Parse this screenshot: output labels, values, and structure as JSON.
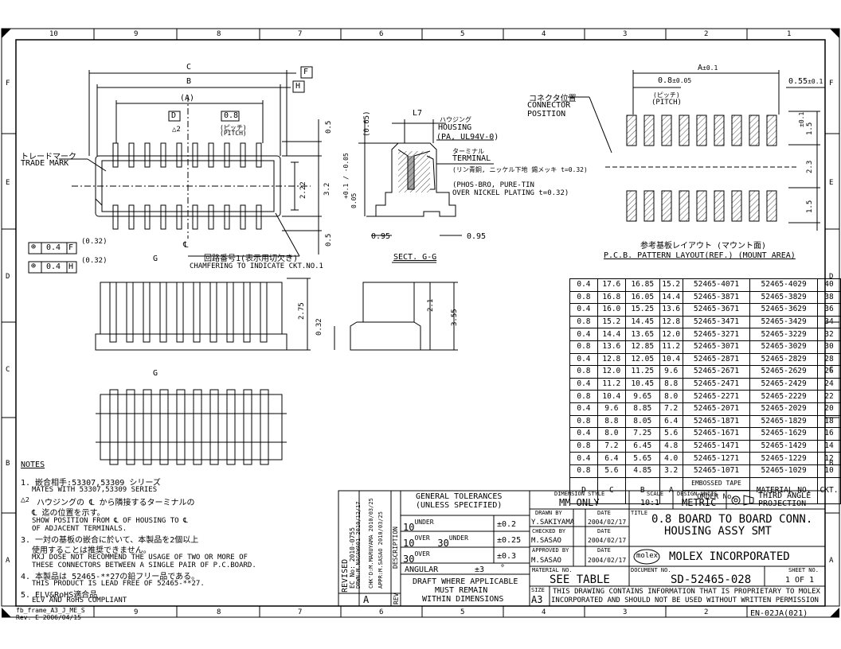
{
  "frame": {
    "col_labels": [
      "10",
      "9",
      "8",
      "7",
      "6",
      "5",
      "4",
      "3",
      "2",
      "1"
    ],
    "row_labels": [
      "F",
      "E",
      "D",
      "C",
      "B",
      "A"
    ],
    "frame_id": "fb_frame_A3_J_ME_S",
    "frame_rev": "Rev. E 2006/04/15",
    "doc_code": "EN-02JA(021)"
  },
  "top_view": {
    "dim_c": "C",
    "dim_b": "B",
    "dim_a": "(A)",
    "pitch": "0.8",
    "pitch_jp": "(ピッチ)",
    "pitch_en": "(PITCH)",
    "datum_f": "F",
    "datum_h": "H",
    "datum_d": "D",
    "note_tri": "2",
    "trade_mark_jp": "トレードマーク",
    "trade_mark_en": "TRADE MARK",
    "dim_05a": "0.5",
    "dim_222": "2.22",
    "dim_32": "3.2",
    "dim_tol": "+0.1 / -0.05",
    "dim_005": "0.05",
    "dim_05b": "0.5",
    "cl": "℄",
    "ckt_jp": "回路番号1(表示用切欠き)",
    "ckt_en": "CHAMFERING TO INDICATE CKT.NO.1",
    "tol_sym": "⊕",
    "tol1": "0.4",
    "ref1": "F",
    "tol2": "0.4",
    "ref2": "H",
    "dim_032a": "(0.32)",
    "dim_032b": "(0.32)"
  },
  "section": {
    "l7": "L7",
    "dim_065": "(0.65)",
    "housing_jp": "ハウジング",
    "housing_en": "HOUSING",
    "housing_mat": "(PA, UL94V-0)",
    "terminal_jp": "ターミナル",
    "terminal_en": "TERMINAL",
    "terminal_mat_jp": "(リン青銅, ニッケル下地 錫メッキ t=0.32)",
    "terminal_mat_en1": "(PHOS-BRO, PURE-TIN",
    "terminal_mat_en2": "OVER NICKEL PLATING t=0.32)",
    "dim_095a": "0.95",
    "dim_095b": "0.95",
    "sect_label": "SECT. G-G"
  },
  "side_view": {
    "g1": "G",
    "g2": "G",
    "dim_275": "2.75",
    "dim_21": "2.1",
    "dim_355": "3.55",
    "dim_032": "0.32"
  },
  "pcb": {
    "conn_pos_jp": "コネクタ位置",
    "conn_pos_en1": "CONNECTOR",
    "conn_pos_en2": "POSITION",
    "dim_a": "A",
    "dim_a_tol": "±0.1",
    "pitch": "0.8",
    "pitch_tol": "±0.05",
    "pitch_jp": "(ピッチ)",
    "pitch_en": "(PITCH)",
    "pad_w": "0.55",
    "pad_w_tol": "±0.1",
    "dim_15a": "1.5",
    "dim_23": "2.3",
    "dim_15b": "1.5",
    "tol_small": "±0.1",
    "title_jp": "参考基板レイアウト (マウント面)",
    "title_en": "P.C.B. PATTERN LAYOUT(REF.) (MOUNT AREA)"
  },
  "parts_table": {
    "rows": [
      [
        "0.4",
        "17.6",
        "16.85",
        "15.2",
        "52465-4071",
        "52465-4029",
        "40"
      ],
      [
        "0.8",
        "16.8",
        "16.05",
        "14.4",
        "52465-3871",
        "52465-3829",
        "38"
      ],
      [
        "0.4",
        "16.0",
        "15.25",
        "13.6",
        "52465-3671",
        "52465-3629",
        "36"
      ],
      [
        "0.8",
        "15.2",
        "14.45",
        "12.8",
        "52465-3471",
        "52465-3429",
        "34"
      ],
      [
        "0.4",
        "14.4",
        "13.65",
        "12.0",
        "52465-3271",
        "52465-3229",
        "32"
      ],
      [
        "0.8",
        "13.6",
        "12.85",
        "11.2",
        "52465-3071",
        "52465-3029",
        "30"
      ],
      [
        "0.4",
        "12.8",
        "12.05",
        "10.4",
        "52465-2871",
        "52465-2829",
        "28"
      ],
      [
        "0.8",
        "12.0",
        "11.25",
        "9.6",
        "52465-2671",
        "52465-2629",
        "26"
      ],
      [
        "0.4",
        "11.2",
        "10.45",
        "8.8",
        "52465-2471",
        "52465-2429",
        "24"
      ],
      [
        "0.8",
        "10.4",
        "9.65",
        "8.0",
        "52465-2271",
        "52465-2229",
        "22"
      ],
      [
        "0.4",
        "9.6",
        "8.85",
        "7.2",
        "52465-2071",
        "52465-2029",
        "20"
      ],
      [
        "0.8",
        "8.8",
        "8.05",
        "6.4",
        "52465-1871",
        "52465-1829",
        "18"
      ],
      [
        "0.4",
        "8.0",
        "7.25",
        "5.6",
        "52465-1671",
        "52465-1629",
        "16"
      ],
      [
        "0.8",
        "7.2",
        "6.45",
        "4.8",
        "52465-1471",
        "52465-1429",
        "14"
      ],
      [
        "0.4",
        "6.4",
        "5.65",
        "4.0",
        "52465-1271",
        "52465-1229",
        "12"
      ],
      [
        "0.8",
        "5.6",
        "4.85",
        "3.2",
        "52465-1071",
        "52465-1029",
        "10"
      ]
    ],
    "headers": [
      "D",
      "C",
      "B",
      "A",
      "EMBOSSED TAPE",
      "ORDER No.",
      "MATERIAL NO.",
      "CKT."
    ]
  },
  "notes": {
    "title": "NOTES",
    "lines": [
      "1. 嵌合相手:53307,53309 シリーズ",
      "MATES WITH 53307,53309 SERIES",
      "ハウジングの ℄ から隣接するターミナルの",
      "℄ 迄の位置を示す。",
      "SHOW POSITION FROM ℄ OF HOUSING TO ℄",
      "OF ADJACENT TERMINALS.",
      "3. 一対の基板の嵌合に於いて、本製品を2個以上",
      "使用することは推奨できません。",
      "MXJ DOSE NOT RECOMMEND THE USAGE OF TWO OR MORE OF",
      "THESE CONNECTORS BETWEEN A SINGLE PAIR OF P.C.BOARD.",
      "4. 本製品は 52465-**27の鉛フリー品である。",
      "THIS PRODUCT IS LEAD FREE OF 52465-**27.",
      "5. ELV&RoHS適合品",
      "ELV AND RoHS COMPLIANT"
    ],
    "tri2": "2"
  },
  "revision": {
    "revised": "REVISED",
    "ec": "EC No: 2010-0755",
    "drwn": "DRWN:M.NAGAWA01 2010/12/17",
    "chkd": "CHK'D:M.MARUYAMA 2010/03/25",
    "appr": "APPR:M.SASAO 2010/03/25",
    "desc": "DESCRIPTION",
    "rev_letter": "A",
    "rev_label": "REV"
  },
  "tolerances": {
    "title1": "GENERAL TOLERANCES",
    "title2": "(UNLESS SPECIFIED)",
    "r1_a": "10",
    "r1_b": "UNDER",
    "r1_v": "±0.2",
    "r2_a": "10",
    "r2_b": "OVER",
    "r2_c": "30",
    "r2_d": "UNDER",
    "r2_v": "±0.25",
    "r3_a": "30",
    "r3_b": "OVER",
    "r3_v": "±0.3",
    "angular": "ANGULAR",
    "angular_v": "±3",
    "deg": "°",
    "draft1": "DRAFT WHERE APPLICABLE",
    "draft2": "MUST REMAIN",
    "draft3": "WITHIN DIMENSIONS"
  },
  "title_block": {
    "dim_style_label": "DIMENSION STYLE",
    "dim_style": "MM ONLY",
    "scale_label": "SCALE",
    "scale": "10:1",
    "units_label": "DESIGN UNITS",
    "units": "METRIC",
    "projection1": "THIRD ANGLE",
    "projection2": "PROJECTION",
    "drawn_label": "DRAWN BY",
    "drawn": "Y.SAKIYAMA",
    "drawn_date_label": "DATE",
    "drawn_date": "2004/02/17",
    "checked_label": "CHECKED BY",
    "checked": "M.SASAO",
    "checked_date_label": "DATE",
    "checked_date": "2004/02/17",
    "approved_label": "APPROVED BY",
    "approved": "M.SASAO",
    "approved_date_label": "DATE",
    "approved_date": "2004/02/17",
    "title_label": "TITLE",
    "title1": "0.8 BOARD TO BOARD CONN.",
    "title2": "HOUSING ASSY SMT",
    "logo": "molex",
    "company": "MOLEX INCORPORATED",
    "material_label": "MATERIAL NO.",
    "material": "SEE TABLE",
    "doc_label": "DOCUMENT NO.",
    "doc": "SD-52465-028",
    "sheet_label": "SHEET NO.",
    "sheet": "1 OF 1",
    "size_label": "SIZE",
    "size": "A3",
    "prop1": "THIS DRAWING CONTAINS INFORMATION THAT IS PROPRIETARY TO MOLEX",
    "prop2": "INCORPORATED AND SHOULD NOT BE USED WITHOUT WRITTEN PERMISSION"
  }
}
